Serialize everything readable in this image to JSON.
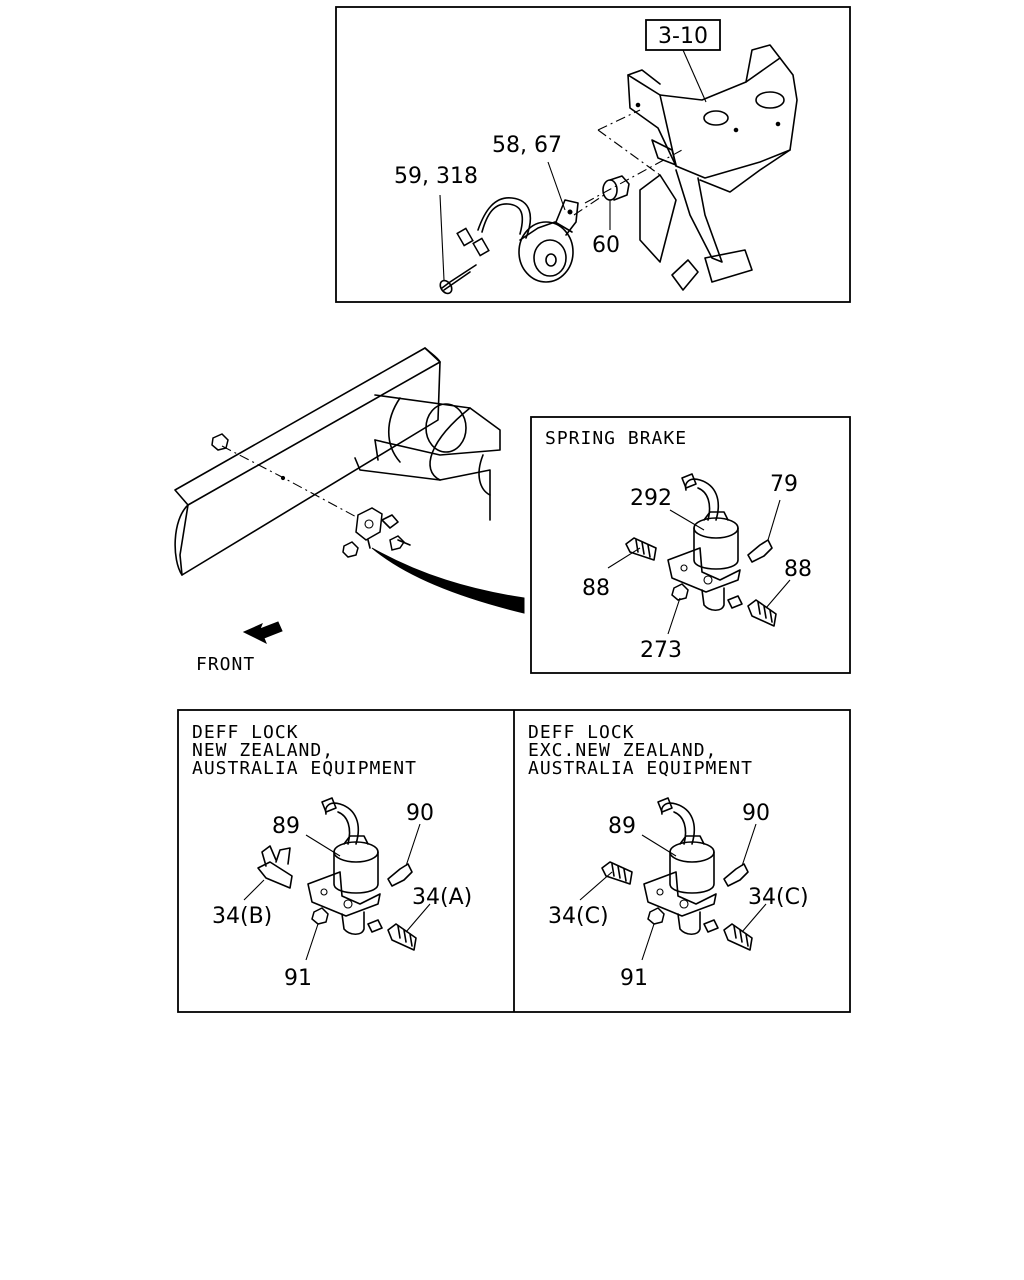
{
  "top_panel": {
    "ref_box": "3-10",
    "labels": {
      "horn_bracket": "58, 67",
      "screw": "59, 318",
      "nut": "60"
    }
  },
  "frame_view": {
    "front_label": "FRONT"
  },
  "spring_brake_panel": {
    "title": "SPRING BRAKE",
    "labels": {
      "valve": "292",
      "bolt": "79",
      "fitting_left": "88",
      "fitting_right": "88",
      "nut": "273"
    }
  },
  "deff_lock_nz_panel": {
    "title_lines": [
      "DEFF LOCK",
      "NEW ZEALAND,",
      "AUSTRALIA EQUIPMENT"
    ],
    "labels": {
      "valve": "89",
      "bolt": "90",
      "fitting_left": "34(B)",
      "fitting_right": "34(A)",
      "nut": "91"
    }
  },
  "deff_lock_exc_panel": {
    "title_lines": [
      "DEFF LOCK",
      "EXC.NEW ZEALAND,",
      "AUSTRALIA EQUIPMENT"
    ],
    "labels": {
      "valve": "89",
      "bolt": "90",
      "fitting_left": "34(C)",
      "fitting_right": "34(C)",
      "nut": "91"
    }
  },
  "colors": {
    "ink": "#000000",
    "paper": "#ffffff"
  }
}
